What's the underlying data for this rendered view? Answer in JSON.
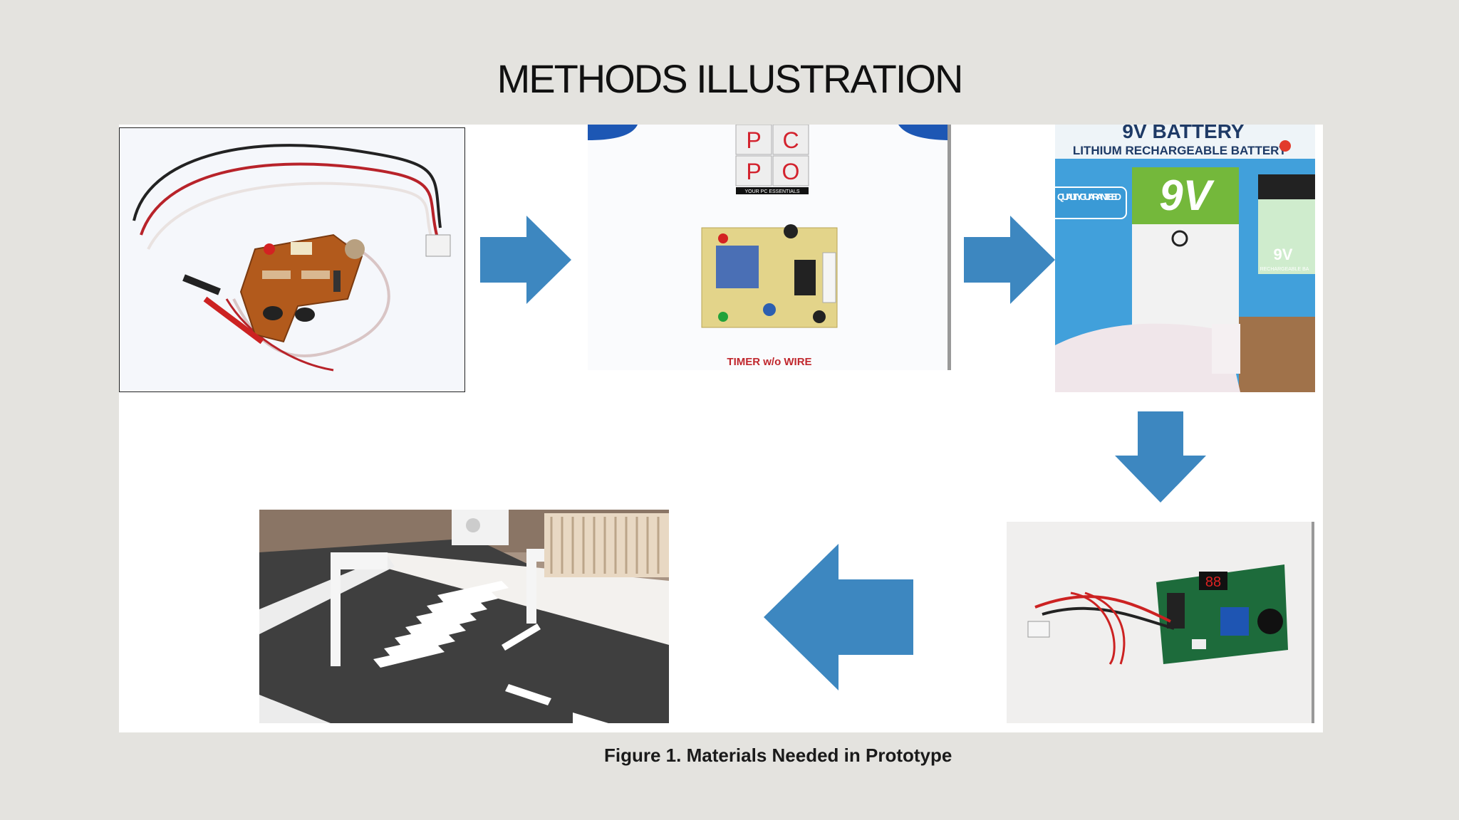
{
  "slide": {
    "title": "METHODS ILLUSTRATION",
    "caption": "Figure 1. Materials Needed in Prototype"
  },
  "images": {
    "sensor_board": {
      "icon": "ir-sensor-module"
    },
    "timer_board": {
      "logo_letters": [
        "P",
        "C",
        "P",
        "O"
      ],
      "logo_tagline": "YOUR PC ESSENTIALS",
      "label": "TIMER w/o WIRE"
    },
    "battery": {
      "headline": "9V BATTERY",
      "subhead": "LITHIUM RECHARGEABLE BATTERY",
      "badge": "QUALITY GUARANTEED",
      "battery_label": "9V",
      "box_label": "9V",
      "box_sub": "RECHARGEABLE BA"
    },
    "counter_board": {
      "icon": "digital-counter-module",
      "display": "88"
    },
    "crosswalk_model": {
      "icon": "crosswalk-prototype-model"
    }
  },
  "arrows": [
    "right",
    "right",
    "down",
    "left"
  ],
  "colors": {
    "arrow": "#3d87c0",
    "background": "#e4e3df",
    "panel": "#ffffff"
  }
}
